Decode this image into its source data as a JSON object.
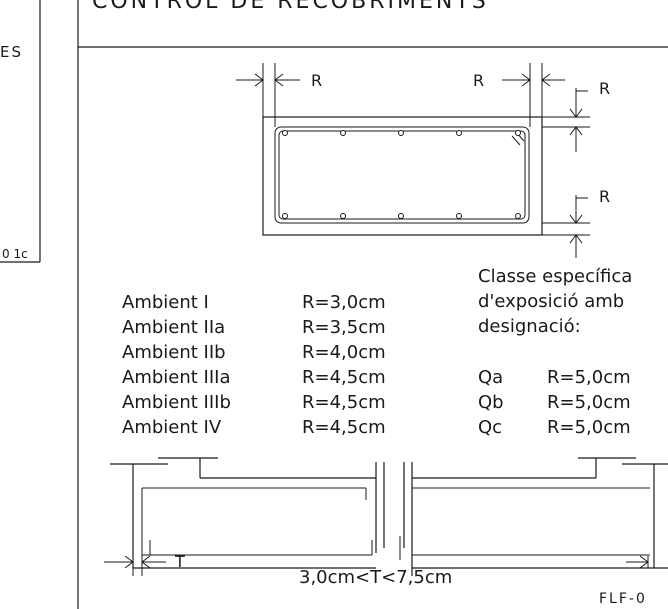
{
  "header": {
    "title": "CONTROL DE RECOBRIMENTS"
  },
  "left_panel": {
    "fragment_top": "ES",
    "fragment_bottom": "0 1c"
  },
  "section_labels": {
    "r": "R",
    "t": "T"
  },
  "ambients": [
    {
      "name": "Ambient I",
      "value": "R=3,0cm"
    },
    {
      "name": "Ambient IIa",
      "value": "R=3,5cm"
    },
    {
      "name": "Ambient IIb",
      "value": "R=4,0cm"
    },
    {
      "name": "Ambient IIIa",
      "value": "R=4,5cm"
    },
    {
      "name": "Ambient IIIb",
      "value": "R=4,5cm"
    },
    {
      "name": "Ambient IV",
      "value": "R=4,5cm"
    }
  ],
  "specific": {
    "lines": [
      "Classe específica",
      "d'exposició amb",
      "designació:"
    ],
    "items": [
      {
        "name": "Qa",
        "value": "R=5,0cm"
      },
      {
        "name": "Qb",
        "value": "R=5,0cm"
      },
      {
        "name": "Qc",
        "value": "R=5,0cm"
      }
    ]
  },
  "slab": {
    "range_label": "3,0cm<T<7,5cm"
  },
  "footer": {
    "code_fragment": "FLF-0"
  }
}
